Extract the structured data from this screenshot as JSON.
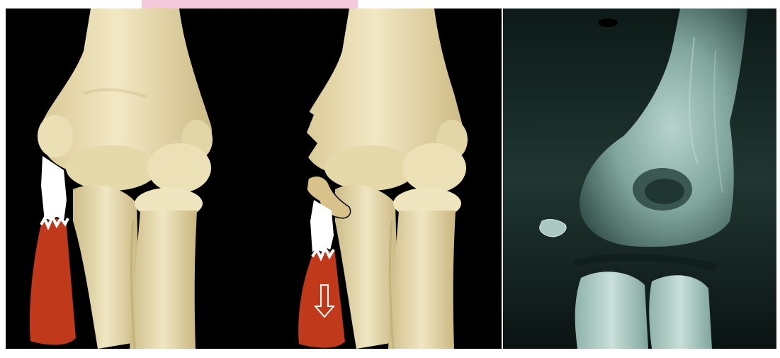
{
  "image": {
    "description_free": true,
    "panels": [
      {
        "name": "bone-photo-normal",
        "muscle": "red-muscle",
        "tendon": "white-tendon"
      },
      {
        "name": "bone-photo-avulsion",
        "muscle": "red-muscle",
        "tendon": "white-tendon",
        "fragment": "avulsed-bone-fragment",
        "arrow": "down-arrow-icon"
      },
      {
        "name": "xray-elbow",
        "fragment": "displaced-fragment"
      }
    ]
  },
  "colors": {
    "background": "#000000",
    "bone": "#e9ddb0",
    "bone_shadow": "#cdbb86",
    "muscle": "#c0391b",
    "tendon": "#ffffff",
    "xray_bone": "#9fbfb8",
    "xray_dark": "#1a2a27",
    "pink_tab": "#f3c9dc"
  }
}
